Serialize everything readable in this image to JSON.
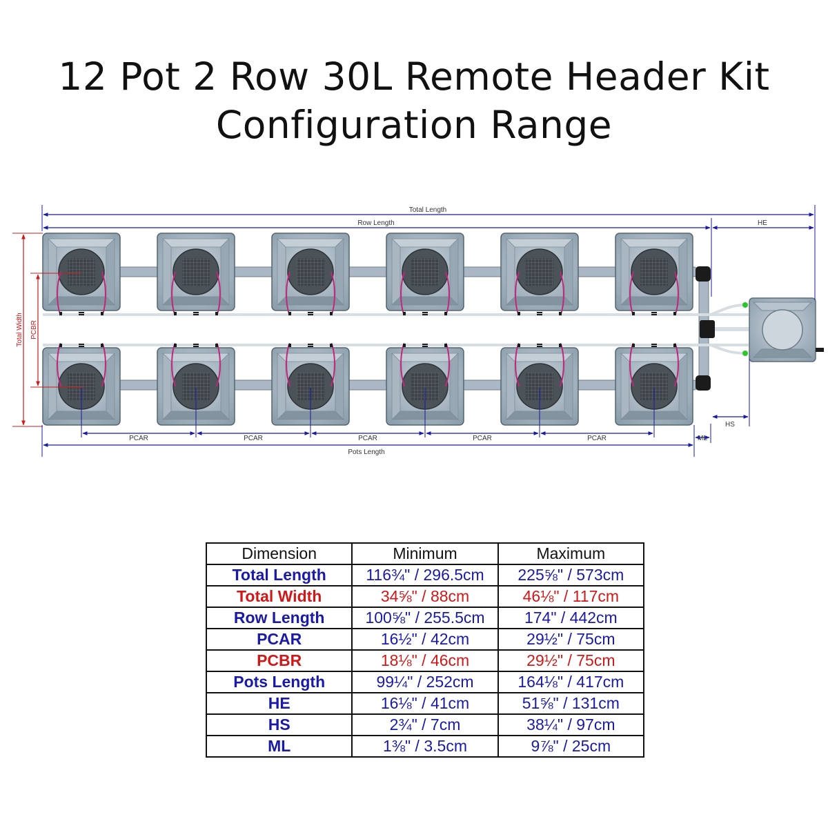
{
  "title": {
    "line1": "12 Pot 2 Row 30L Remote Header Kit",
    "line2": "Configuration Range"
  },
  "diagram": {
    "labels": {
      "total_length": "Total Length",
      "row_length": "Row Length",
      "he": "HE",
      "total_width": "Total Width",
      "pcbr": "PCBR",
      "pcar": "PCAR",
      "pots_length": "Pots Length",
      "ml": "ML",
      "hs": "HS"
    },
    "pots_per_row": 6,
    "rows": 2,
    "colors": {
      "length_dimension": "#1a1aa8",
      "width_dimension": "#d01818",
      "pot_body": "#9fb0bd",
      "pipe": "#a9b8c4",
      "hose": "#c0287e",
      "connector": "#2ec42e"
    }
  },
  "table": {
    "headers": [
      "Dimension",
      "Minimum",
      "Maximum"
    ],
    "rows": [
      {
        "dimension": "Total Length",
        "min": "116¾\" / 296.5cm",
        "max": "225⅝\" / 573cm",
        "color": "#1a1aa8"
      },
      {
        "dimension": "Total Width",
        "min": "34⅝\" / 88cm",
        "max": "46⅛\" / 117cm",
        "color": "#d01818"
      },
      {
        "dimension": "Row Length",
        "min": "100⅝\" / 255.5cm",
        "max": "174\" / 442cm",
        "color": "#1a1aa8"
      },
      {
        "dimension": "PCAR",
        "min": "16½\" / 42cm",
        "max": "29½\" / 75cm",
        "color": "#1a1aa8"
      },
      {
        "dimension": "PCBR",
        "min": "18⅛\" / 46cm",
        "max": "29½\" / 75cm",
        "color": "#d01818"
      },
      {
        "dimension": "Pots Length",
        "min": "99¼\" / 252cm",
        "max": "164⅛\" / 417cm",
        "color": "#1a1aa8"
      },
      {
        "dimension": "HE",
        "min": "16⅛\" / 41cm",
        "max": "51⅝\" / 131cm",
        "color": "#1a1aa8"
      },
      {
        "dimension": "HS",
        "min": "2¾\" / 7cm",
        "max": "38¼\" / 97cm",
        "color": "#1a1aa8"
      },
      {
        "dimension": "ML",
        "min": "1⅜\" / 3.5cm",
        "max": "9⅞\" / 25cm",
        "color": "#1a1aa8"
      }
    ]
  }
}
